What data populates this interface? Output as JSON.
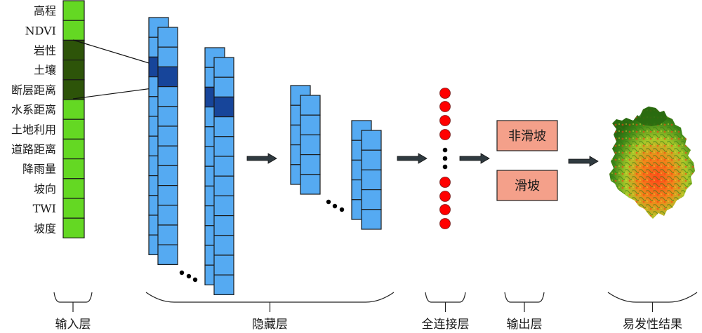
{
  "input_layer": {
    "features": [
      "高程",
      "NDVI",
      "岩性",
      "土壤",
      "断层距离",
      "水系距离",
      "土地利用",
      "道路距离",
      "降雨量",
      "坡向",
      "TWI",
      "坡度"
    ],
    "highlighted_feature_indices": [
      2,
      3,
      4
    ]
  },
  "output_layer": {
    "classes": [
      "非滑坡",
      "滑坡"
    ]
  },
  "captions": {
    "input": "输入层",
    "hidden": "隐藏层",
    "fully_connected": "全连接层",
    "output": "输出层",
    "result": "易发性结果"
  },
  "colors": {
    "input_cell": "#64d823",
    "input_cell_selected": "#2d5409",
    "hidden_cell": "#55aaf2",
    "hidden_cell_selected": "#17459a",
    "neuron": "#ff0000",
    "output_box": "#f4a08a",
    "arrow": "#2f3a40"
  },
  "icons": {
    "arrow": "right-arrow-icon",
    "ellipsis": "ellipsis-dots-icon",
    "map": "susceptibility-map-icon"
  }
}
